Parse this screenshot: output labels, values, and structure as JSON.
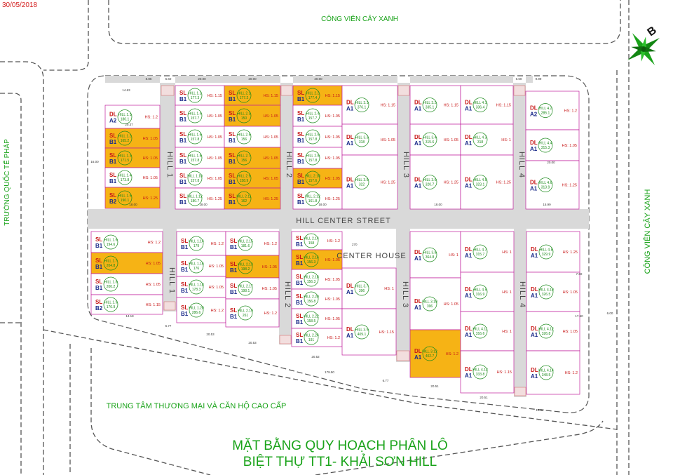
{
  "header": {
    "date": "30/05/2018"
  },
  "labels": {
    "park_top": "CÔNG VIÊN CÂY XANH",
    "park_right": "CÔNG VIÊN CÂY XANH",
    "school_left": "TRƯỜNG QUỐC TẾ PHÁP",
    "commercial_bottom": "TRUNG TÂM THƯƠNG MẠI VÀ CĂN HỘ CAO CẤP",
    "street_center": "HILL CENTER STREET",
    "center_house": "CENTER HOUSE",
    "center_house_code": "270"
  },
  "hill_labels": [
    "HILL 1",
    "HILL 2",
    "HILL 3",
    "HILL 4",
    "HILL 1",
    "HILL 2",
    "HILL 3",
    "HILL 4"
  ],
  "title": {
    "line1": "MẶT BẰNG QUY HOẠCH PHÂN LÔ",
    "line2": "BIỆT THỰ TT1- KHẢI SƠN HILL"
  },
  "compass": {
    "letter": "B"
  },
  "colors": {
    "highlight": "#f6b315",
    "street": "#d9d9d9",
    "lot_border": "#c01d9c",
    "green": "#1aa31a"
  },
  "dimensions": [
    "8.86",
    "6.60",
    "20.00",
    "20.00",
    "20.00",
    "6.60",
    "9.99",
    "14.63",
    "20.37",
    "16.00",
    "18.00",
    "18.00",
    "18.00",
    "18.00",
    "15.99",
    "20.00",
    "17.50",
    "7.60",
    "6.00",
    "14.18",
    "6.77",
    "20.53",
    "20.53",
    "20.52",
    "20.51",
    "20.51",
    "10.52",
    "179.90",
    "6.77"
  ],
  "lots": [
    {
      "code": "DL",
      "type": "A2",
      "id": "HILL 1.1",
      "area": "180.1",
      "hs": "HS: 1.2",
      "hl": false
    },
    {
      "code": "SL",
      "type": "B1",
      "id": "HILL 1.2",
      "area": "165.2",
      "hs": "HS: 1.05",
      "hl": true
    },
    {
      "code": "SL",
      "type": "B1",
      "id": "HILL 1.3",
      "area": "171.5",
      "hs": "HS: 1.05",
      "hl": true
    },
    {
      "code": "SL",
      "type": "B1",
      "id": "HILL 1.4",
      "area": "173.8",
      "hs": "HS: 1.05",
      "hl": false
    },
    {
      "code": "SL",
      "type": "B2",
      "id": "HILL 1.5",
      "area": "190.1",
      "hs": "HS: 1.25",
      "hl": true
    },
    {
      "code": "SL",
      "type": "B1",
      "id": "HILL 1.2",
      "area": "177.3",
      "hs": "HS: 1.15",
      "hl": false
    },
    {
      "code": "SL",
      "type": "B1",
      "id": "HILL 1.4",
      "area": "157.7",
      "hs": "HS: 1.05",
      "hl": false
    },
    {
      "code": "SL",
      "type": "B1",
      "id": "HILL 1.6",
      "area": "157.8",
      "hs": "HS: 1.05",
      "hl": false
    },
    {
      "code": "SL",
      "type": "B1",
      "id": "HILL 1.8",
      "area": "157.8",
      "hs": "HS: 1.05",
      "hl": false
    },
    {
      "code": "SL",
      "type": "B1",
      "id": "HILL 1.10",
      "area": "157.8",
      "hs": "HS: 1.05",
      "hl": false
    },
    {
      "code": "SL",
      "type": "B1",
      "id": "HILL 1.12",
      "area": "180.7",
      "hs": "HS: 1.25",
      "hl": false
    },
    {
      "code": "SL",
      "type": "B1",
      "id": "HILL 2.1",
      "area": "177.2",
      "hs": "HS: 1.15",
      "hl": true
    },
    {
      "code": "SL",
      "type": "B1",
      "id": "HILL 2.3",
      "area": "150",
      "hs": "HS: 1.05",
      "hl": true
    },
    {
      "code": "SL",
      "type": "B1",
      "id": "HILL 2.5",
      "area": "156",
      "hs": "HS: 1.05",
      "hl": false
    },
    {
      "code": "SL",
      "type": "B1",
      "id": "HILL 2.7",
      "area": "156",
      "hs": "HS: 1.05",
      "hl": true
    },
    {
      "code": "SL",
      "type": "B1",
      "id": "HILL 2.9",
      "area": "158.9",
      "hs": "HS: 1.05",
      "hl": true
    },
    {
      "code": "SL",
      "type": "B1",
      "id": "HILL 2.11",
      "area": "162",
      "hs": "HS: 1.25",
      "hl": true
    },
    {
      "code": "SL",
      "type": "B1",
      "id": "HILL 2.2",
      "area": "177.4",
      "hs": "HS: 1.15",
      "hl": true
    },
    {
      "code": "SL",
      "type": "B1",
      "id": "HILL 2.4",
      "area": "157.7",
      "hs": "HS: 1.05",
      "hl": false
    },
    {
      "code": "SL",
      "type": "B1",
      "id": "HILL 2.6",
      "area": "157.8",
      "hs": "HS: 1.05",
      "hl": false
    },
    {
      "code": "SL",
      "type": "B1",
      "id": "HILL 2.8",
      "area": "157.8",
      "hs": "HS: 1.05",
      "hl": false
    },
    {
      "code": "SL",
      "type": "B1",
      "id": "HILL 2.10",
      "area": "157.6",
      "hs": "HS: 1.05",
      "hl": true
    },
    {
      "code": "SL",
      "type": "B1",
      "id": "HILL 2.12",
      "area": "161.8",
      "hs": "HS: 1.25",
      "hl": false
    },
    {
      "code": "DL",
      "type": "A1",
      "id": "HILL 3.1",
      "area": "376.1",
      "hs": "HS: 1.15",
      "hl": false
    },
    {
      "code": "DL",
      "type": "A1",
      "id": "HILL 3.3",
      "area": "318",
      "hs": "HS: 1.05",
      "hl": false
    },
    {
      "code": "DL",
      "type": "A1",
      "id": "HILL 3.5",
      "area": "322",
      "hs": "HS: 1.25",
      "hl": false
    },
    {
      "code": "DL",
      "type": "A1",
      "id": "HILL 3.2",
      "area": "335.1",
      "hs": "HS: 1.15",
      "hl": false
    },
    {
      "code": "DL",
      "type": "A1",
      "id": "HILL 3.4",
      "area": "315.6",
      "hs": "HS: 1.05",
      "hl": false
    },
    {
      "code": "DL",
      "type": "A1",
      "id": "HILL 3.6",
      "area": "320.7",
      "hs": "HS: 1.25",
      "hl": false
    },
    {
      "code": "DL",
      "type": "A1",
      "id": "HILL 4.1",
      "area": "336.4",
      "hs": "HS: 1.15",
      "hl": false
    },
    {
      "code": "DL",
      "type": "A1",
      "id": "HILL 4.3",
      "area": "318",
      "hs": "HS: 1",
      "hl": false
    },
    {
      "code": "DL",
      "type": "A1",
      "id": "HILL 4.5",
      "area": "323.1",
      "hs": "HS: 1.25",
      "hl": false
    },
    {
      "code": "DL",
      "type": "A2",
      "id": "HILL 4.2",
      "area": "285.1",
      "hs": "HS: 1.2",
      "hl": false
    },
    {
      "code": "DL",
      "type": "A1",
      "id": "HILL 4.4",
      "area": "315.3",
      "hs": "HS: 1.05",
      "hl": false
    },
    {
      "code": "DL",
      "type": "A1",
      "id": "HILL 4.6",
      "area": "313.9",
      "hs": "HS: 1.25",
      "hl": false
    },
    {
      "code": "SL",
      "type": "B1",
      "id": "HILL 1.6",
      "area": "194.6",
      "hs": "HS: 1.2",
      "hl": false
    },
    {
      "code": "SL",
      "type": "B1",
      "id": "HILL 1.7",
      "area": "204.8",
      "hs": "HS: 1.05",
      "hl": true
    },
    {
      "code": "SL",
      "type": "B1",
      "id": "HILL 1.8",
      "area": "200.2",
      "hs": "HS: 1.05",
      "hl": false
    },
    {
      "code": "SL",
      "type": "B2",
      "id": "HILL 1.9",
      "area": "176.9",
      "hs": "HS: 1.15",
      "hl": false
    },
    {
      "code": "SL",
      "type": "B1",
      "id": "HILL 1.14",
      "area": "179",
      "hs": "HS: 1.2",
      "hl": false
    },
    {
      "code": "SL",
      "type": "B1",
      "id": "HILL 1.16",
      "area": "176",
      "hs": "HS: 1.05",
      "hl": false
    },
    {
      "code": "SL",
      "type": "B1",
      "id": "HILL 1.18",
      "area": "178.3",
      "hs": "HS: 1.05",
      "hl": false
    },
    {
      "code": "SL",
      "type": "B1",
      "id": "HILL 1.20",
      "area": "286.6",
      "hs": "HS: 1.2",
      "hl": false
    },
    {
      "code": "SL",
      "type": "B1",
      "id": "HILL 2.15",
      "area": "181.6",
      "hs": "HS: 1.2",
      "hl": false
    },
    {
      "code": "SL",
      "type": "B1",
      "id": "HILL 2.13",
      "area": "198.2",
      "hs": "HS: 1.05",
      "hl": true
    },
    {
      "code": "SL",
      "type": "B1",
      "id": "HILL 2.17",
      "area": "198.1",
      "hs": "HS: 1.05",
      "hl": false
    },
    {
      "code": "SL",
      "type": "B1",
      "id": "HILL 2.19",
      "area": "261",
      "hs": "HS: 1.2",
      "hl": false
    },
    {
      "code": "SL",
      "type": "B1",
      "id": "HILL 2.14",
      "area": "158",
      "hs": "HS: 1.2",
      "hl": false
    },
    {
      "code": "SL",
      "type": "B1",
      "id": "HILL 2.16",
      "area": "156.3",
      "hs": "HS: 1.05",
      "hl": true
    },
    {
      "code": "SL",
      "type": "B1",
      "id": "HILL 2.18",
      "area": "156.3",
      "hs": "HS: 1.05",
      "hl": false
    },
    {
      "code": "SL",
      "type": "B1",
      "id": "HILL 2.20",
      "area": "156.8",
      "hs": "HS: 1.05",
      "hl": false
    },
    {
      "code": "SL",
      "type": "B1",
      "id": "HILL 2.22",
      "area": "158.5",
      "hs": "HS: 1.05",
      "hl": false
    },
    {
      "code": "SL",
      "type": "B1",
      "id": "HILL 2.24",
      "area": "191",
      "hs": "HS: 1.2",
      "hl": false
    },
    {
      "code": "DL",
      "type": "A1",
      "id": "HILL 3.7",
      "area": "396",
      "hs": "HS: 1",
      "hl": false
    },
    {
      "code": "DL",
      "type": "A1",
      "id": "HILL 3.9",
      "area": "409.1",
      "hs": "HS: 1.15",
      "hl": false
    },
    {
      "code": "DL",
      "type": "A1",
      "id": "HILL 3.8",
      "area": "364.8",
      "hs": "HS: 1",
      "hl": false
    },
    {
      "code": "DL",
      "type": "A1",
      "id": "HILL 3.10",
      "area": "396",
      "hs": "HS: 1.05",
      "hl": false
    },
    {
      "code": "DL",
      "type": "A1",
      "id": "HILL 3.12",
      "area": "402.7",
      "hs": "HS: 1.2",
      "hl": true
    },
    {
      "code": "DL",
      "type": "A1",
      "id": "HILL 4.7",
      "area": "315.7",
      "hs": "HS: 1",
      "hl": false
    },
    {
      "code": "DL",
      "type": "A1",
      "id": "HILL 4.9",
      "area": "316.9",
      "hs": "HS: 1",
      "hl": false
    },
    {
      "code": "DL",
      "type": "A1",
      "id": "HILL 4.11",
      "area": "316.6",
      "hs": "HS: 1",
      "hl": false
    },
    {
      "code": "DL",
      "type": "A1",
      "id": "HILL 4.13",
      "area": "333.8",
      "hs": "HS: 1.15",
      "hl": false
    },
    {
      "code": "DL",
      "type": "A1",
      "id": "HILL 4.8",
      "area": "329.9",
      "hs": "HS: 1.25",
      "hl": false
    },
    {
      "code": "DL",
      "type": "A1",
      "id": "HILL 4.10",
      "area": "326.5",
      "hs": "HS: 1.05",
      "hl": false
    },
    {
      "code": "DL",
      "type": "A1",
      "id": "HILL 4.12",
      "area": "326.8",
      "hs": "HS: 1.05",
      "hl": false
    },
    {
      "code": "DL",
      "type": "A1",
      "id": "HILL 4.14",
      "area": "348.5",
      "hs": "HS: 1.2",
      "hl": false
    }
  ]
}
